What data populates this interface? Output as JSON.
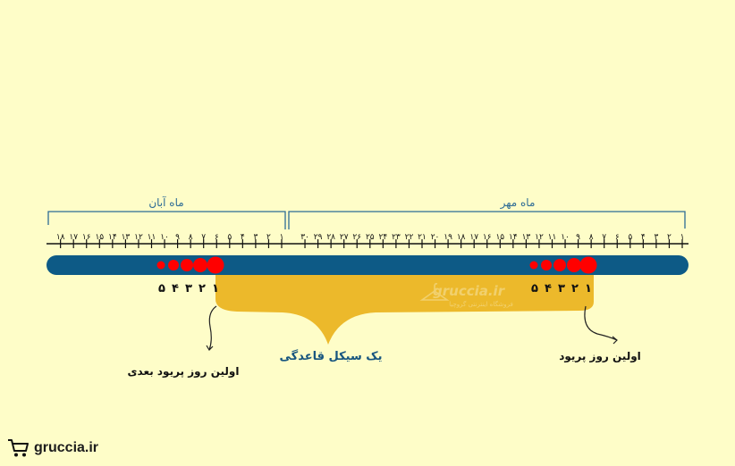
{
  "months": {
    "mehr_label": "ماه مهر",
    "aban_label": "ماه آبان"
  },
  "ruler": {
    "mehr_days": [
      "١",
      "٢",
      "٣",
      "۴",
      "۵",
      "۶",
      "٧",
      "٨",
      "٩",
      "١٠",
      "١١",
      "١٢",
      "١٣",
      "١۴",
      "١۵",
      "١۶",
      "١٧",
      "١٨",
      "١٩",
      "٢٠",
      "٢١",
      "٢٢",
      "٢٣",
      "٢۴",
      "٢۵",
      "٢۶",
      "٢٧",
      "٢٨",
      "٢٩",
      "٣٠"
    ],
    "aban_days": [
      "١",
      "٢",
      "٣",
      "۴",
      "۵",
      "۶",
      "٧",
      "٨",
      "٩",
      "١٠",
      "١١",
      "١٢",
      "١٣",
      "١۴",
      "١۵",
      "١۶",
      "١٧",
      "١٨"
    ]
  },
  "period_days": [
    "١",
    "٢",
    "٣",
    "۴",
    "۵"
  ],
  "labels": {
    "cycle": "یک سیکل قاعدگی",
    "first_day": "اولین روز پریود",
    "next_first_day": "اولین روز پریود بعدی"
  },
  "watermark": {
    "brand": "gruccia.ir",
    "tagline": "فروشگاه اینترنتی گروچیا"
  },
  "footer": {
    "site": "gruccia.ir"
  },
  "colors": {
    "background": "#fefdc8",
    "bar": "#0d5a86",
    "cycle_fill": "#ecb92b",
    "period_dot": "#ff0000",
    "bracket": "#2c6b95"
  }
}
